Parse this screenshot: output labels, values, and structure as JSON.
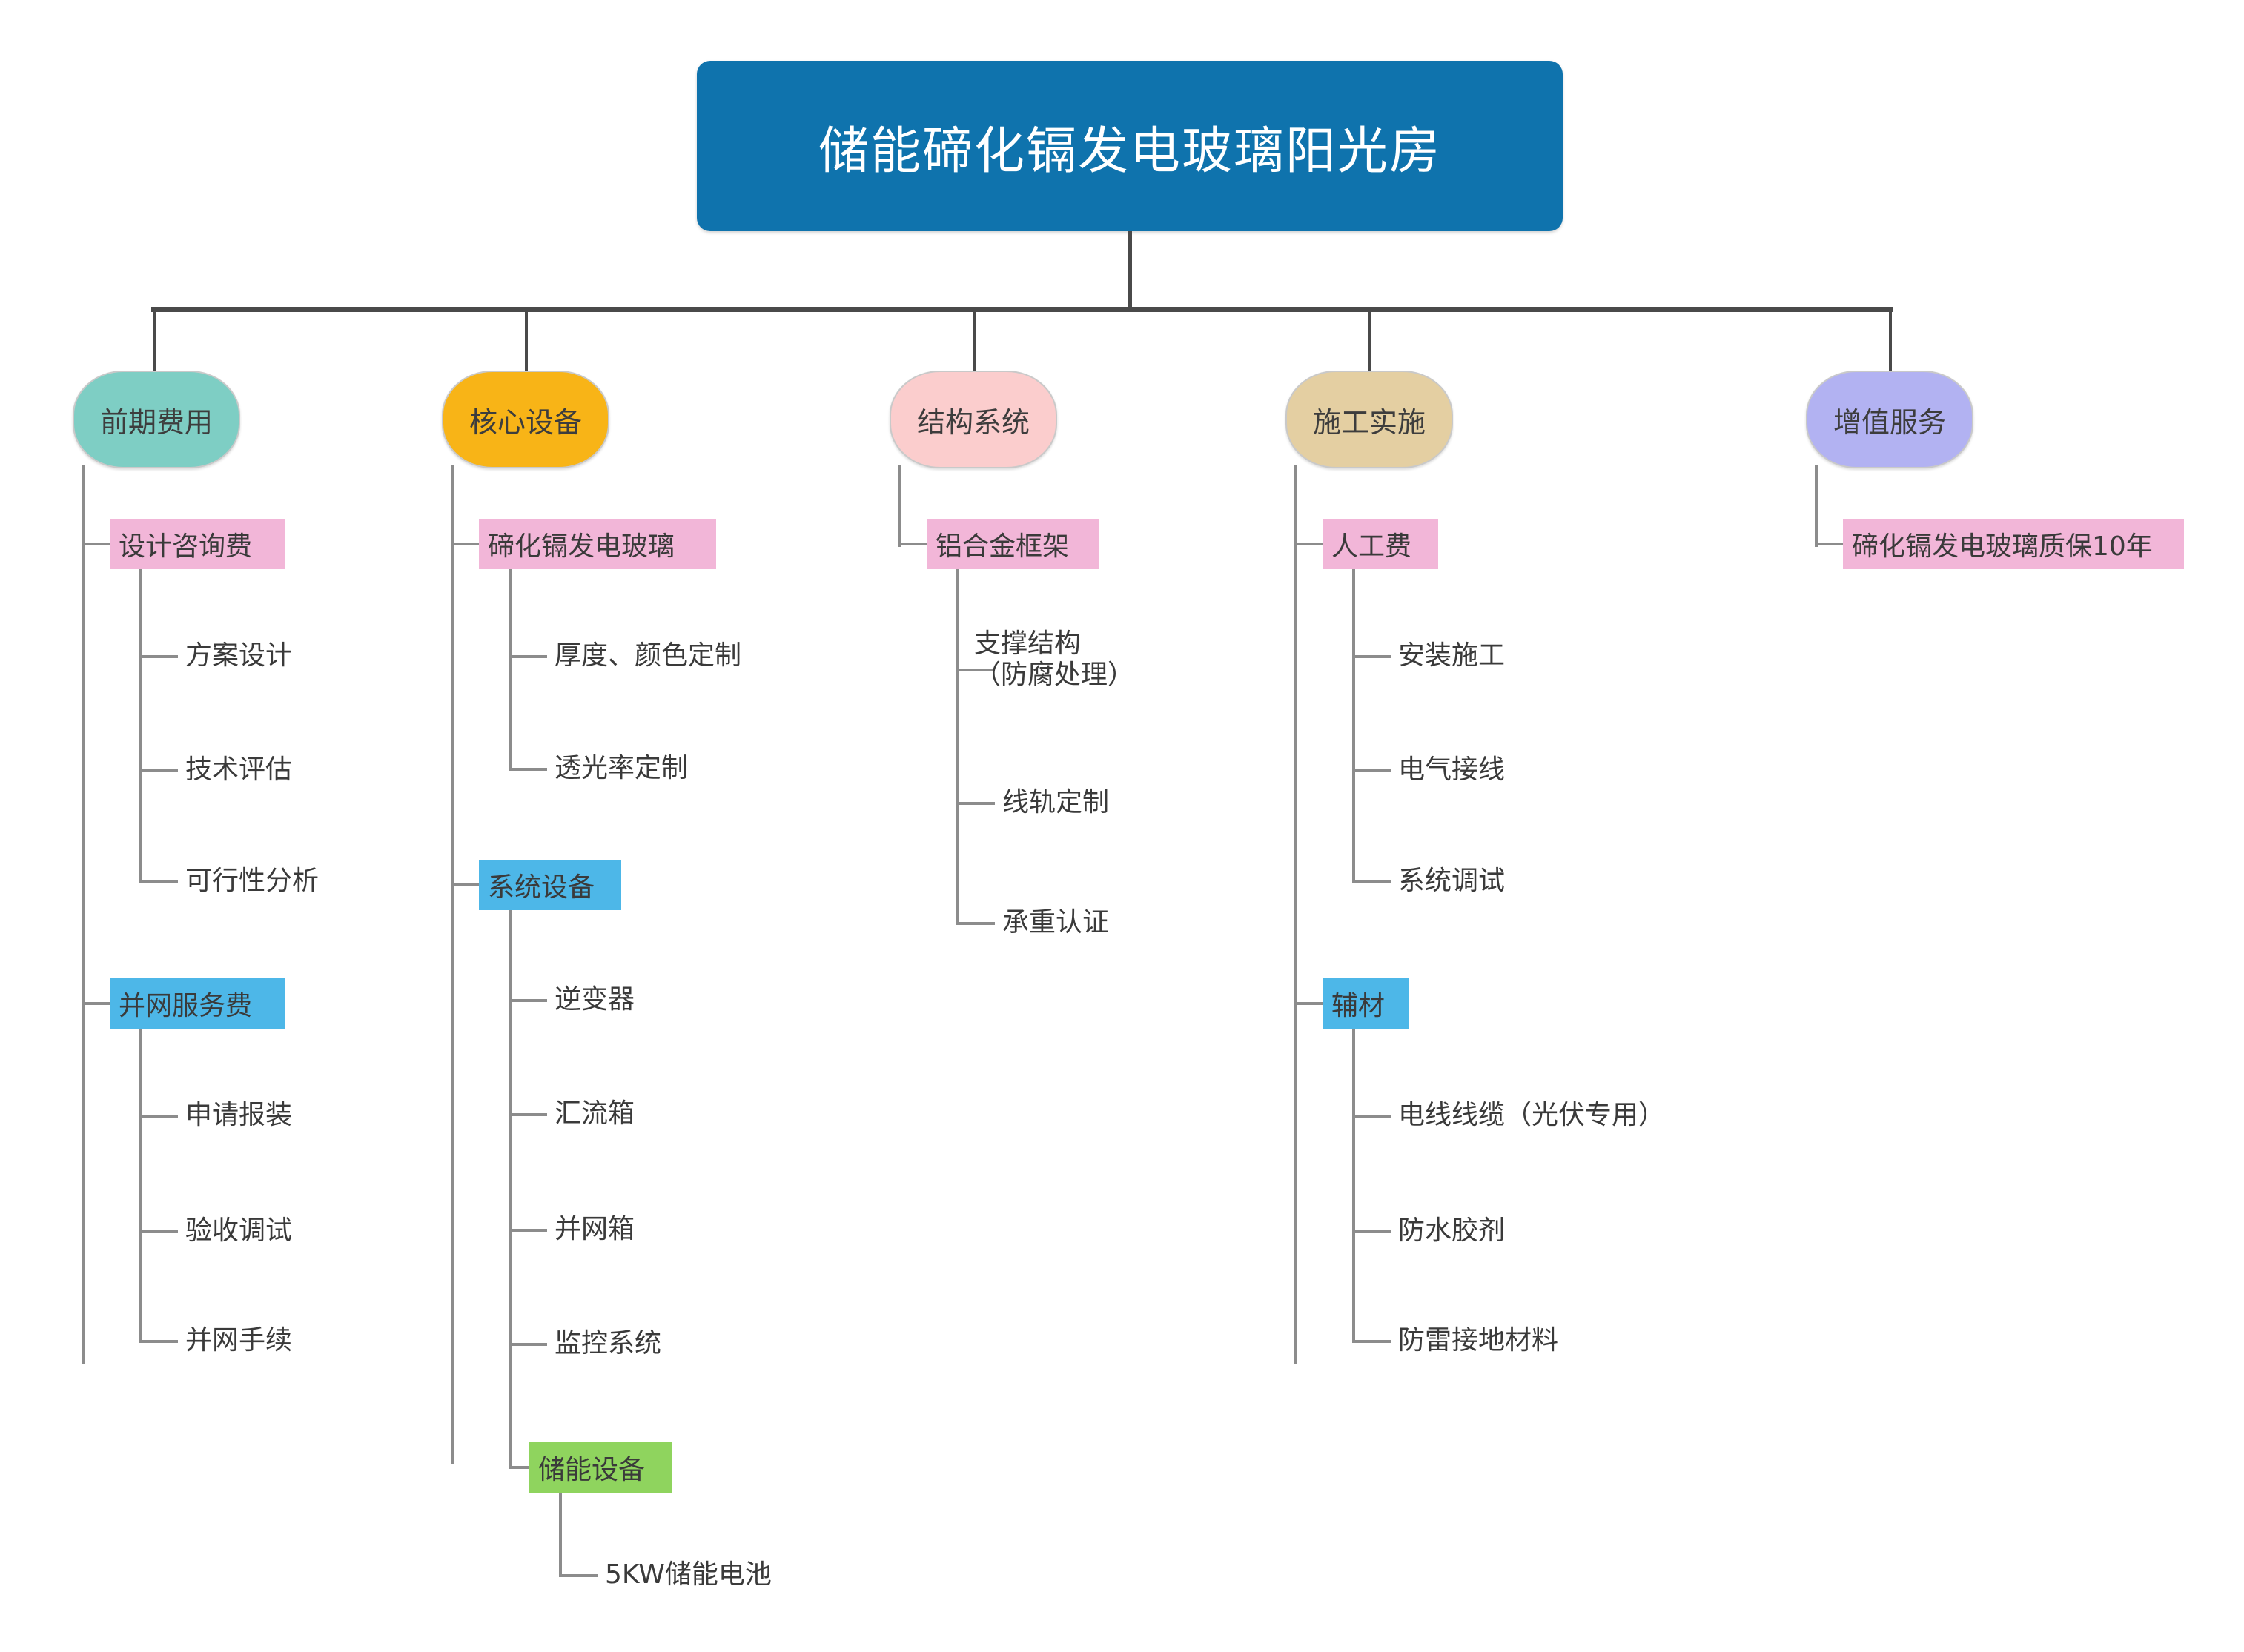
{
  "diagram": {
    "type": "mindmap",
    "title": "储能碲化镉发电玻璃阳光房",
    "orientation": "top-down",
    "root": {
      "label": "储能碲化镉发电玻璃阳光房",
      "fill": "#0f73ad",
      "text_color": "#ffffff"
    },
    "palette": {
      "line": "#8c8c8c",
      "trunk_line": "#4a4a4a",
      "highlight_pink": "#f2b6d8",
      "highlight_blue": "#4db7e8",
      "highlight_green": "#8fd45e",
      "text": "#3a3a3a",
      "background": "#ffffff"
    },
    "branches": [
      {
        "label": "前期费用",
        "fill": "#7ecec4",
        "groups": [
          {
            "label": "设计咨询费",
            "highlight": "#f2b6d8",
            "children": [
              "方案设计",
              "技术评估",
              "可行性分析"
            ]
          },
          {
            "label": "并网服务费",
            "highlight": "#4db7e8",
            "children": [
              "申请报装",
              "验收调试",
              "并网手续"
            ]
          }
        ]
      },
      {
        "label": "核心设备",
        "fill": "#f8b417",
        "groups": [
          {
            "label": "碲化镉发电玻璃",
            "highlight": "#f2b6d8",
            "children": [
              "厚度、颜色定制",
              "透光率定制"
            ]
          },
          {
            "label": "系统设备",
            "highlight": "#4db7e8",
            "children": [
              "逆变器",
              "汇流箱",
              "并网箱",
              "监控系统"
            ],
            "sub_group": {
              "label": "储能设备",
              "highlight": "#8fd45e",
              "children": [
                "5KW储能电池"
              ]
            }
          }
        ]
      },
      {
        "label": "结构系统",
        "fill": "#fbcdcd",
        "groups": [
          {
            "label": "铝合金框架",
            "highlight": "#f2b6d8",
            "children": [
              "支撑结构\n（防腐处理）",
              "线轨定制",
              "承重认证"
            ]
          }
        ]
      },
      {
        "label": "施工实施",
        "fill": "#e4cfa2",
        "groups": [
          {
            "label": "人工费",
            "highlight": "#f2b6d8",
            "children": [
              "安装施工",
              "电气接线",
              "系统调试"
            ]
          },
          {
            "label": "辅材",
            "highlight": "#4db7e8",
            "children": [
              "电线线缆（光伏专用）",
              "防水胶剂",
              "防雷接地材料"
            ]
          }
        ]
      },
      {
        "label": "增值服务",
        "fill": "#b2b2f2",
        "groups": [
          {
            "label": "碲化镉发电玻璃质保10年",
            "highlight": "#f2b6d8",
            "children": []
          }
        ]
      }
    ]
  }
}
